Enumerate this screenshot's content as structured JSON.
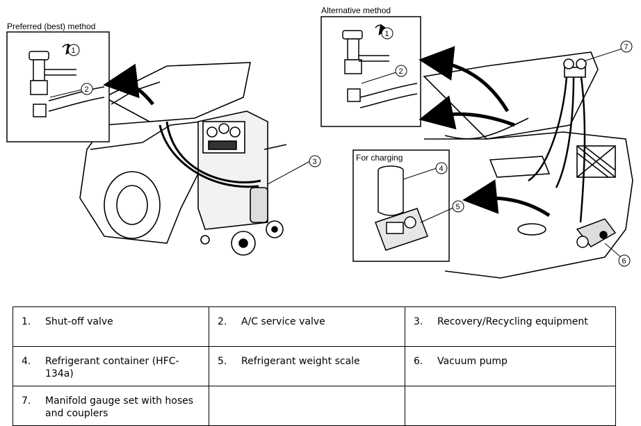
{
  "panels": {
    "preferred_label": "Preferred (best) method",
    "alternative_label": "Alternative method",
    "charging_label": "For charging"
  },
  "callouts": [
    "1",
    "2",
    "3",
    "4",
    "5",
    "6",
    "7"
  ],
  "legend": [
    [
      {
        "num": "1.",
        "text": "Shut-off valve"
      },
      {
        "num": "2.",
        "text": "A/C service valve"
      },
      {
        "num": "3.",
        "text": "Recovery/Recycling equipment"
      }
    ],
    [
      {
        "num": "4.",
        "text": "Refrigerant container (HFC-134a)"
      },
      {
        "num": "5.",
        "text": "Refrigerant weight scale"
      },
      {
        "num": "6.",
        "text": "Vacuum pump"
      }
    ],
    [
      {
        "num": "7.",
        "text": "Manifold gauge set with hoses and couplers"
      },
      {
        "num": "",
        "text": ""
      },
      {
        "num": "",
        "text": ""
      }
    ]
  ]
}
